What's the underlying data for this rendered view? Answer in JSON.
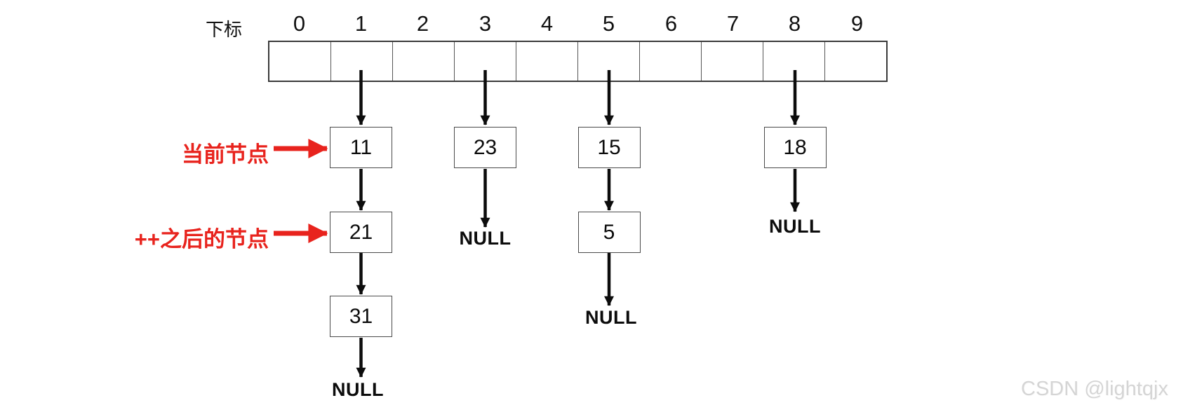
{
  "labels": {
    "index_caption": "下标",
    "current_node": "当前节点",
    "after_increment": "++之后的节点",
    "watermark": "CSDN @lightqjx"
  },
  "array": {
    "indices": [
      "0",
      "1",
      "2",
      "3",
      "4",
      "5",
      "6",
      "7",
      "8",
      "9"
    ],
    "cell_count": 10
  },
  "chains": [
    {
      "bucket": "1",
      "nodes": [
        "11",
        "21",
        "31"
      ],
      "terminator": "NULL"
    },
    {
      "bucket": "3",
      "nodes": [
        "23"
      ],
      "terminator": "NULL"
    },
    {
      "bucket": "5",
      "nodes": [
        "15",
        "5"
      ],
      "terminator": "NULL"
    },
    {
      "bucket": "8",
      "nodes": [
        "18"
      ],
      "terminator": "NULL"
    }
  ],
  "colors": {
    "annotation_red": "#e8231d",
    "line_black": "#0c0c0c",
    "watermark_gray": "#d5d5d5"
  }
}
